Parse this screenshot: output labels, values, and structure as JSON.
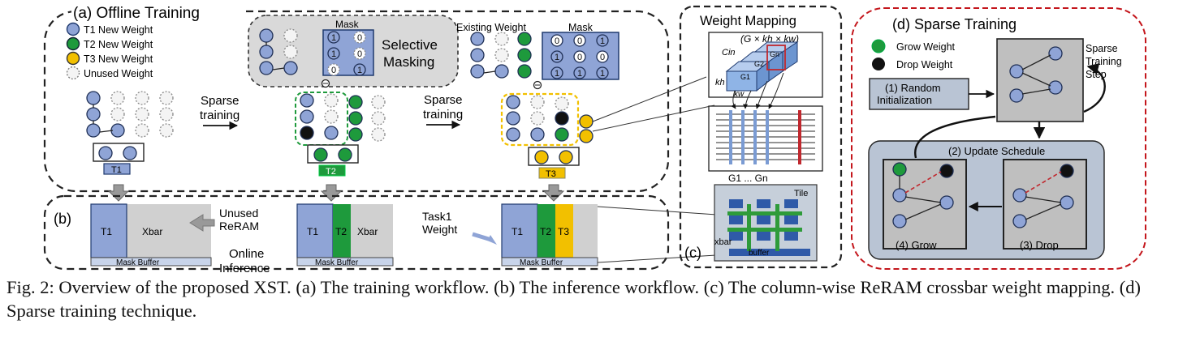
{
  "panel_a": {
    "title": "(a) Offline Training",
    "legend": [
      "T1 New Weight",
      "T2 New Weight",
      "T3 New Weight",
      "Unused Weight"
    ],
    "mask_title": "Mask",
    "selective_masking": [
      "Selective",
      "Masking"
    ],
    "existing_weight": "Existing Weight",
    "mask_title_2": "Mask",
    "sparse_training": [
      "Sparse",
      "training"
    ],
    "mask_grid_1": [
      "1",
      "0",
      "1",
      "0",
      "0",
      "1"
    ],
    "mask_grid_2": [
      "0",
      "0",
      "1",
      "1",
      "0",
      "0",
      "1",
      "1",
      "1"
    ],
    "task_labels": [
      "T1",
      "T2",
      "T3"
    ]
  },
  "panel_b": {
    "label": "(b)",
    "xbar": "Xbar",
    "mask_buffer": "Mask Buffer",
    "unused_reram": [
      "Unused",
      "ReRAM"
    ],
    "online_inference": [
      "Online",
      "Inference"
    ],
    "task1_weight": [
      "Task1",
      "Weight"
    ],
    "segments": [
      "T1",
      "T2",
      "T3"
    ]
  },
  "panel_c": {
    "title": "Weight Mapping",
    "label": "(c)",
    "dims": "(G × kh × kw)",
    "cin": "Cin",
    "kh": "kh",
    "kw": "kw",
    "g_labels": [
      "G1",
      "G2",
      "Gn"
    ],
    "columns": "G1 ... Gn",
    "tile": "Tile",
    "xbar": "xbar",
    "buffer": "buffer"
  },
  "panel_d": {
    "title": "(d)  Sparse Training",
    "grow_weight": "Grow Weight",
    "drop_weight": "Drop Weight",
    "init": [
      "(1) Random",
      "Initialization"
    ],
    "step": [
      "Sparse",
      "Training",
      "Step"
    ],
    "update": "(2) Update Schedule",
    "grow": "(4) Grow",
    "drop": "(3) Drop"
  },
  "caption": "Fig. 2: Overview of the proposed XST. (a) The training workflow. (b) The inference workflow. (c) The column-wise ReRAM crossbar weight mapping. (d) Sparse training technique.",
  "colors": {
    "t1": "#8fa4d6",
    "t2": "#1e9a3c",
    "t3": "#f2c000",
    "unused": "#ececec",
    "drop": "#111111",
    "xbar_blue": "#2f5aa8",
    "bus_green": "#2e9b3a",
    "red": "#c0282e",
    "panel_grey": "#d9d9d9",
    "dash_red": "#c4161c"
  }
}
